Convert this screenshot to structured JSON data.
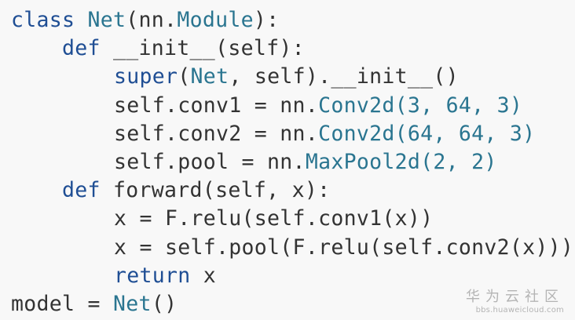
{
  "code": {
    "lines": [
      {
        "indent": 0,
        "tokens": [
          {
            "t": "class ",
            "c": "kw"
          },
          {
            "t": "Net",
            "c": "cls"
          },
          {
            "t": "(nn.",
            "c": "plain"
          },
          {
            "t": "Module",
            "c": "cls"
          },
          {
            "t": "):",
            "c": "plain"
          }
        ]
      },
      {
        "indent": 1,
        "tokens": [
          {
            "t": "def ",
            "c": "kw"
          },
          {
            "t": "__init__(self):",
            "c": "plain"
          }
        ]
      },
      {
        "indent": 2,
        "tokens": [
          {
            "t": "super",
            "c": "kw"
          },
          {
            "t": "(",
            "c": "plain"
          },
          {
            "t": "Net",
            "c": "cls"
          },
          {
            "t": ", self).__init__()",
            "c": "plain"
          }
        ]
      },
      {
        "indent": 2,
        "tokens": [
          {
            "t": "self.conv1 = nn.",
            "c": "plain"
          },
          {
            "t": "Conv2d",
            "c": "cls"
          },
          {
            "t": "(3, 64, 3)",
            "c": "num"
          }
        ]
      },
      {
        "indent": 2,
        "tokens": [
          {
            "t": "self.conv2 = nn.",
            "c": "plain"
          },
          {
            "t": "Conv2d",
            "c": "cls"
          },
          {
            "t": "(64, 64, 3)",
            "c": "num"
          }
        ]
      },
      {
        "indent": 2,
        "tokens": [
          {
            "t": "self.pool = nn.",
            "c": "plain"
          },
          {
            "t": "MaxPool2d",
            "c": "cls"
          },
          {
            "t": "(2, 2)",
            "c": "num"
          }
        ]
      },
      {
        "indent": 1,
        "tokens": [
          {
            "t": "def ",
            "c": "kw"
          },
          {
            "t": "forward(self, x):",
            "c": "plain"
          }
        ]
      },
      {
        "indent": 2,
        "tokens": [
          {
            "t": "x = F.relu(self.conv1(x))",
            "c": "plain"
          }
        ]
      },
      {
        "indent": 2,
        "tokens": [
          {
            "t": "x = self.pool(F.relu(self.conv2(x)))",
            "c": "plain"
          }
        ]
      },
      {
        "indent": 2,
        "tokens": [
          {
            "t": "return ",
            "c": "kw"
          },
          {
            "t": "x",
            "c": "plain"
          }
        ]
      },
      {
        "indent": 0,
        "tokens": [
          {
            "t": "model = ",
            "c": "plain"
          },
          {
            "t": "Net",
            "c": "cls"
          },
          {
            "t": "()",
            "c": "plain"
          }
        ]
      }
    ]
  },
  "watermark": {
    "brand": "华为云社区",
    "url": "bbs.huaweicloud.com"
  },
  "colors": {
    "background": "#f8f8f8",
    "keyword": "#1f4e94",
    "class_name": "#2a7590",
    "text": "#333333",
    "watermark": "#b4b4b4"
  }
}
